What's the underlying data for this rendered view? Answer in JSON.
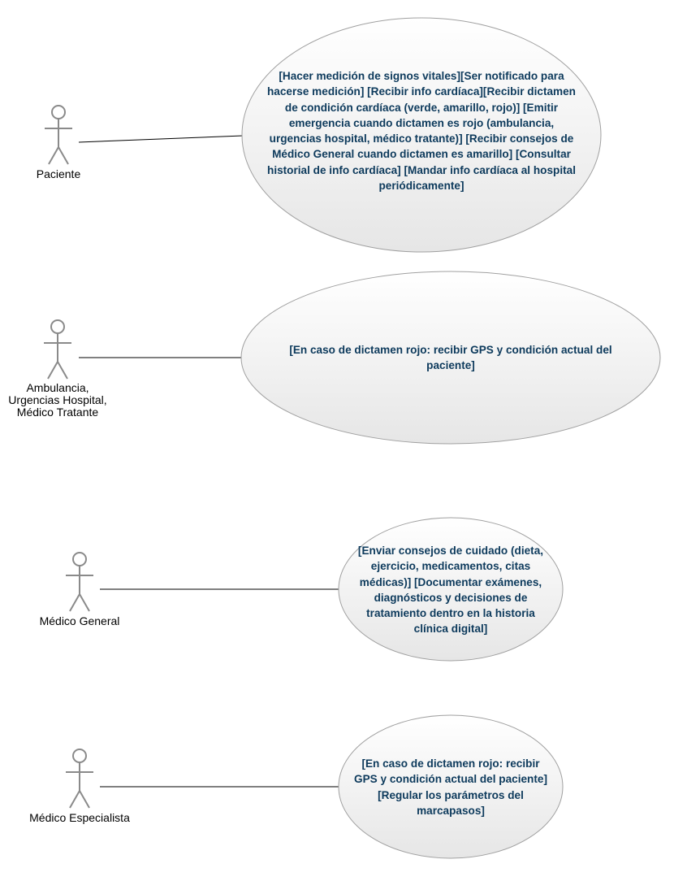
{
  "actors": [
    {
      "id": "paciente",
      "label_lines": [
        "Paciente"
      ]
    },
    {
      "id": "ambulancia",
      "label_lines": [
        "Ambulancia,",
        "Urgencias Hospital,",
        "Médico Tratante"
      ]
    },
    {
      "id": "medico-general",
      "label_lines": [
        "Médico General"
      ]
    },
    {
      "id": "medico-especialista",
      "label_lines": [
        "Médico Especialista"
      ]
    }
  ],
  "use_cases": [
    {
      "id": "uc-paciente",
      "lines": [
        "[Hacer medición de signos vitales][Ser notificado para",
        "hacerse medición] [Recibir info cardíaca][Recibir dictamen",
        "de condición cardíaca (verde, amarillo, rojo)] [Emitir",
        "emergencia cuando dictamen es rojo (ambulancia,",
        "urgencias hospital, médico tratante)] [Recibir consejos de",
        "Médico General cuando dictamen es amarillo] [Consultar",
        "historial de info cardíaca] [Mandar info cardíaca al hospital",
        "periódicamente]"
      ]
    },
    {
      "id": "uc-ambulancia",
      "lines": [
        "[En caso de dictamen rojo: recibir GPS y condición actual del",
        "paciente]"
      ]
    },
    {
      "id": "uc-medico-general",
      "lines": [
        "[Enviar consejos de cuidado (dieta,",
        "ejercicio, medicamentos, citas",
        "médicas)] [Documentar exámenes,",
        "diagnósticos y decisiones de",
        "tratamiento dentro en la historia",
        "clínica digital]"
      ]
    },
    {
      "id": "uc-medico-especialista",
      "lines": [
        "[En caso de dictamen rojo: recibir",
        "GPS y condición actual del paciente]",
        "[Regular los parámetros del",
        "marcapasos]"
      ]
    }
  ],
  "colors": {
    "actor_stroke": "#8a8a8a",
    "ellipse_stroke": "#a0a0a0",
    "ellipse_fill_top": "#ffffff",
    "ellipse_fill_bottom": "#e6e6e6",
    "use_case_text": "#0d3a5c",
    "association_line": "#000000"
  }
}
